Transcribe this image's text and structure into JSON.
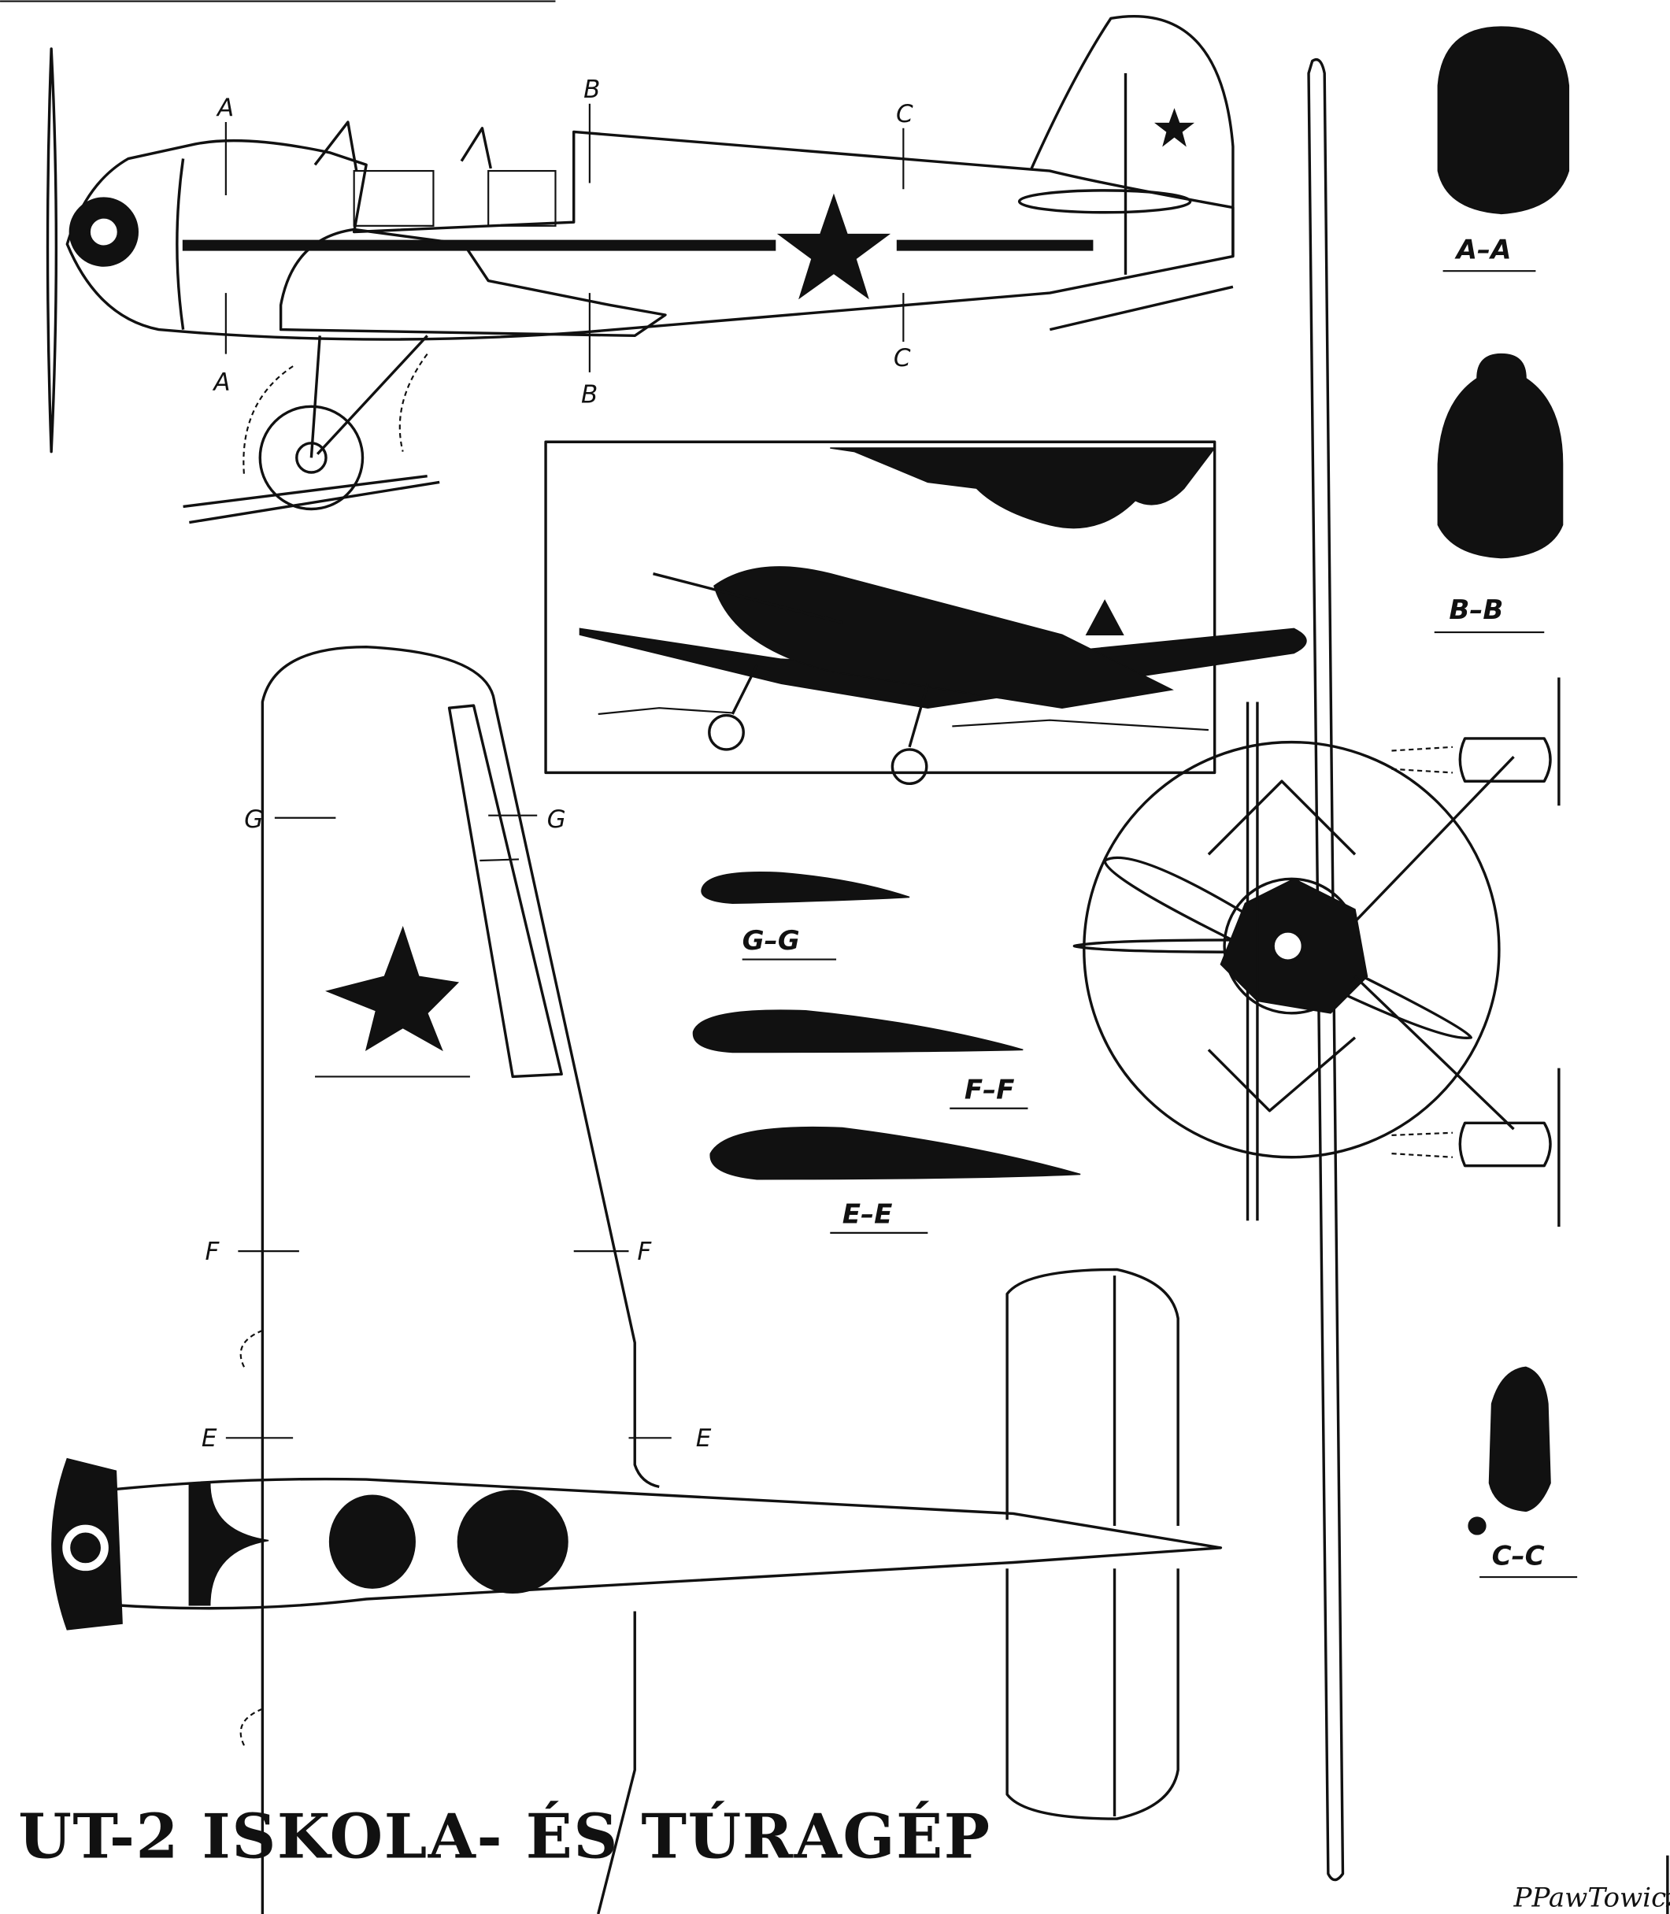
{
  "title": "UT-2 ISKOLA- ÉS TÚRAGÉP",
  "signature": "PPawTowicz",
  "side_view_labels": {
    "a_top": "A",
    "a_bottom": "A",
    "b_top": "B",
    "b_bottom": "B",
    "c_top": "C",
    "c_bottom": "C"
  },
  "plan_view_labels": {
    "g_left": "G",
    "g_right": "G",
    "f_left": "F",
    "f_right": "F",
    "e_left": "E",
    "e_right": "E"
  },
  "sections": {
    "aa": "A–A",
    "bb": "B–B",
    "cc": "C–C",
    "gg": "G–G",
    "ff": "F–F",
    "ee": "E–E"
  }
}
